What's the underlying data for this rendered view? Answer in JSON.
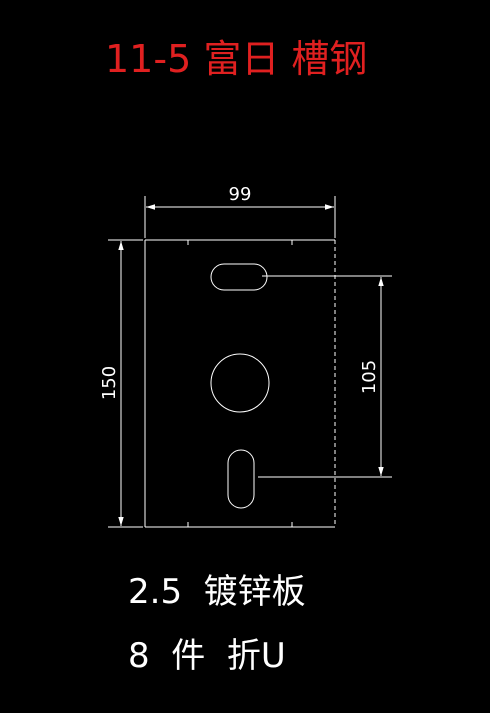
{
  "title": "11-5  富日  槽钢",
  "dimensions": {
    "width": "99",
    "height": "150",
    "hole_spacing": "105"
  },
  "material": "2.5  镀锌板",
  "quantity_note": "8  件  折U",
  "colors": {
    "background": "#000000",
    "lines": "#ffffff",
    "title": "#e02020"
  }
}
